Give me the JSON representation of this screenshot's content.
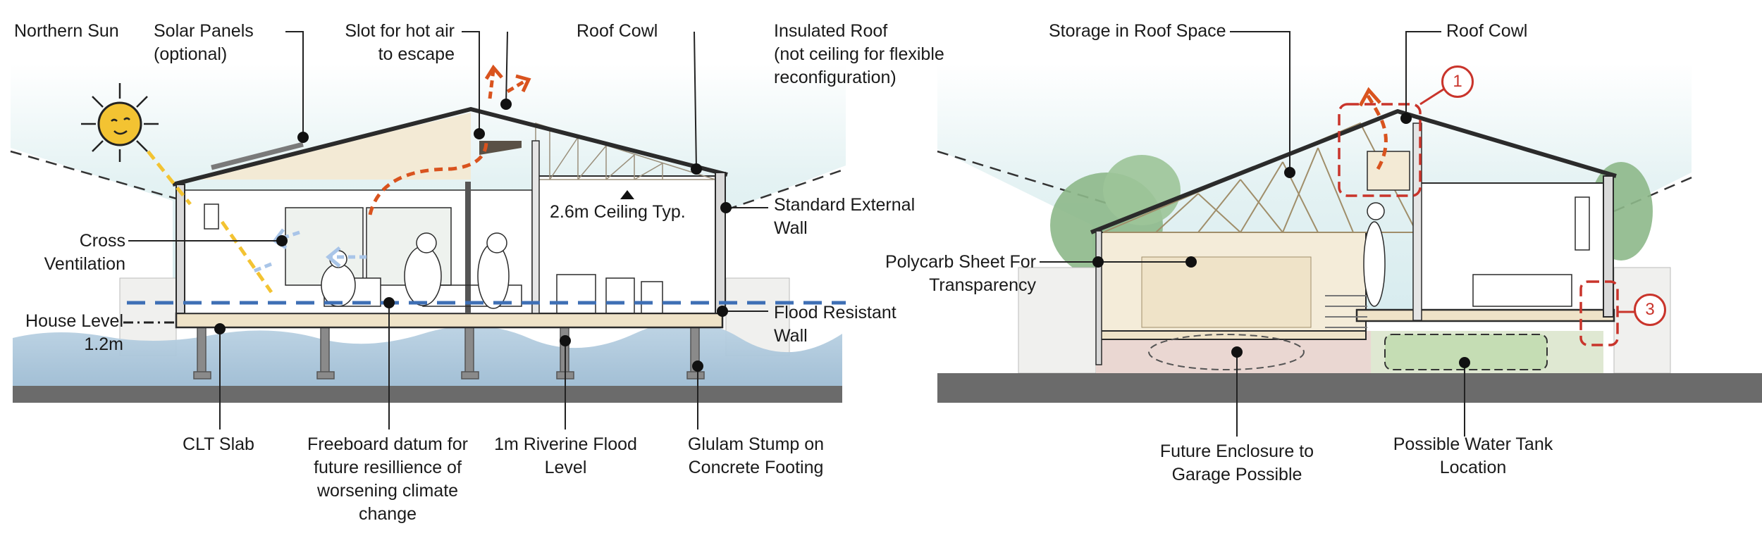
{
  "left_section": {
    "labels": {
      "northern_sun": "Northern Sun",
      "solar_panels": "Solar Panels\n(optional)",
      "slot_hot_air": "Slot for hot air\nto escape",
      "roof_cowl": "Roof Cowl",
      "insulated_roof": "Insulated Roof\n(not ceiling for flexible\nreconfiguration)",
      "cross_ventilation": "Cross\nVentilation",
      "ceiling_height": "2.6m Ceiling Typ.",
      "standard_external_wall": "Standard External\nWall",
      "house_level": "House Level\n1.2m",
      "flood_resistant_wall": "Flood Resistant\nWall",
      "clt_slab": "CLT Slab",
      "freeboard_datum": "Freeboard datum for\nfuture resillience of\nworsening climate\nchange",
      "riverine_flood": "1m Riverine Flood\nLevel",
      "glulam_stump": "Glulam Stump on\nConcrete Footing"
    }
  },
  "right_section": {
    "labels": {
      "storage_roof_space": "Storage in Roof Space",
      "roof_cowl": "Roof Cowl",
      "polycarb_sheet": "Polycarb Sheet For\nTransparency",
      "future_enclosure": "Future Enclosure to\nGarage Possible",
      "water_tank": "Possible Water Tank\nLocation"
    },
    "badges": {
      "badge_1": "1",
      "badge_3": "3"
    }
  },
  "colors": {
    "sky": "#e4f2f3",
    "water": "#a9c6db",
    "ground": "#6b6b6b",
    "roof_outline": "#2b2b2b",
    "timber": "#efe3c8",
    "flood_line": "#3e6fb5",
    "hot_air_arrow": "#d9531e",
    "cool_air_arrow": "#a9c5e8",
    "sun": "#f3c332",
    "annotation_red": "#c9342b",
    "tree": "#8db88a",
    "tank": "#c5ddb4"
  },
  "icons": [
    "sun-icon",
    "hot-air-arrow-icon",
    "cool-air-arrow-icon",
    "ceiling-marker-icon"
  ]
}
